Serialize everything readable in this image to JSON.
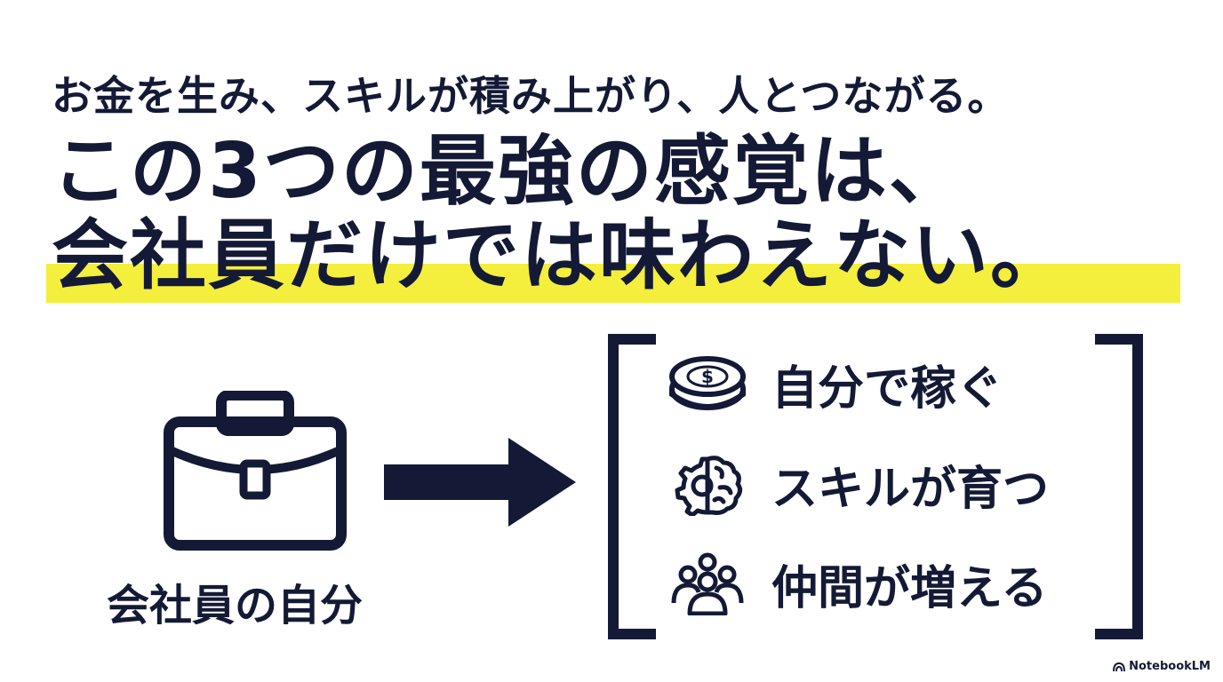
{
  "headline": {
    "subtitle": "お金を生み、スキルが積み上がり、人とつながる。",
    "line1": "この3つの最強の感覚は、",
    "line2": "会社員だけでは味わえない。"
  },
  "left": {
    "icon": "briefcase-icon",
    "label": "会社員の自分"
  },
  "benefits": [
    {
      "icon": "coin-dollar-icon",
      "label": "自分で稼ぐ"
    },
    {
      "icon": "gear-brain-icon",
      "label": "スキルが育つ"
    },
    {
      "icon": "people-group-icon",
      "label": "仲間が増える"
    }
  ],
  "watermark": "NotebookLM",
  "colors": {
    "text": "#141a35",
    "highlight": "#f4ef3c",
    "background": "#ffffff"
  }
}
